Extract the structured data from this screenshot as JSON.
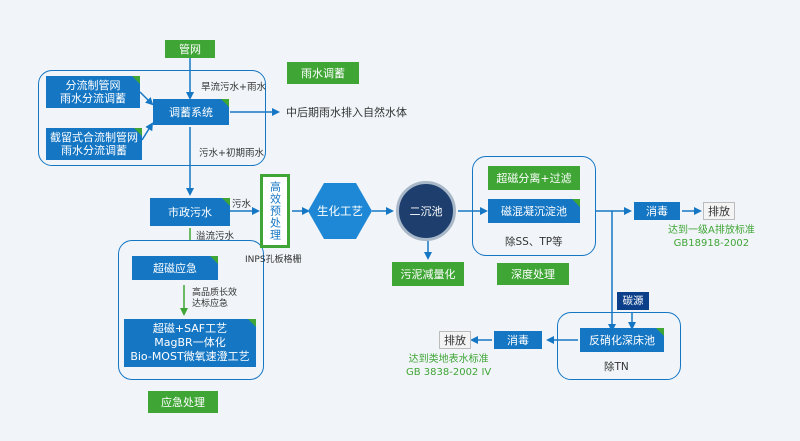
{
  "pipe_network": "管网",
  "rainwater_storage": "雨水调蓄",
  "left_top_box": [
    "分流制管网",
    "雨水分流调蓄"
  ],
  "left_bottom_box": [
    "截留式合流制管网",
    "雨水分流调蓄"
  ],
  "regulation_system": "调蓄系统",
  "label_dry_rain": "旱流污水+雨水",
  "label_late_rain": "中后期雨水排入自然水体",
  "label_early_rain": "污水+初期雨水",
  "municipal_sewage": "市政污水",
  "label_sewage": "污水",
  "label_overflow": "溢流污水",
  "pretreatment": "高效预处理",
  "inps_label": "INPS孔板格栅",
  "biochemical": "生化工艺",
  "secondary_clarifier": "二沉池",
  "sludge_reduction": "污泥减量化",
  "deep_box1": "超磁分离+过滤",
  "deep_box2": "磁混凝沉淀池",
  "deep_note": "除SS、TP等",
  "deep_treatment": "深度处理",
  "disinfect1": "消毒",
  "discharge1": "排放",
  "standard1": [
    "达到一级A排放标准",
    "GB18918-2002"
  ],
  "carbon_source": "碳源",
  "denitrification": "反硝化深床池",
  "tn_note": "除TN",
  "disinfect2": "消毒",
  "discharge2": "排放",
  "standard2": [
    "达到类地表水标准",
    "GB 3838-2002 IV"
  ],
  "emergency_box1": "超磁应急",
  "emergency_note": [
    "高品质长效",
    "达标应急"
  ],
  "emergency_box2": [
    "超磁+SAF工艺",
    "MagBR一体化",
    "Bio-MOST微氧速澄工艺"
  ],
  "emergency_treatment": "应急处理",
  "colors": {
    "blue": "#1576c4",
    "green": "#3fa535",
    "navy": "#0c3f8a",
    "hex_blue": "#1e88d6"
  }
}
